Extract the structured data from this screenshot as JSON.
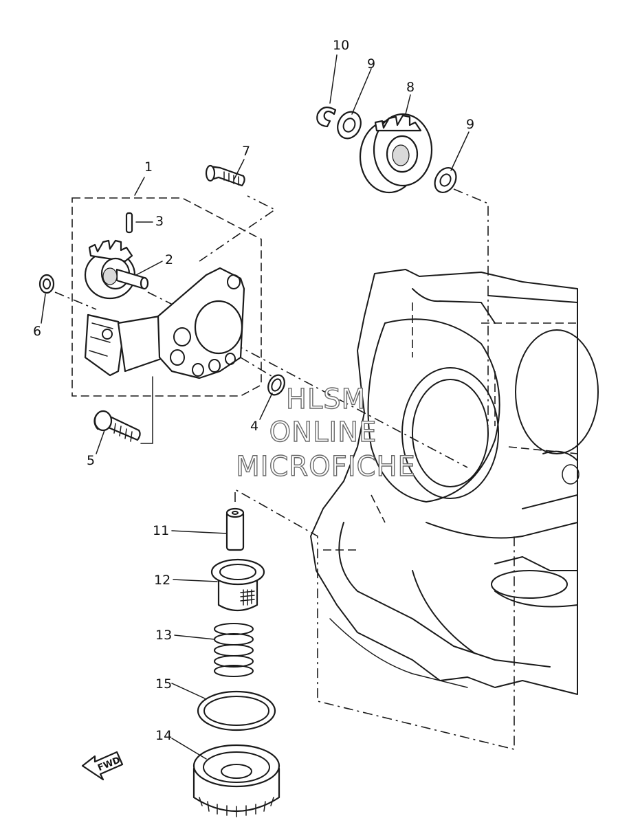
{
  "watermark": {
    "line1": "HLSM",
    "line2": "ONLINE",
    "line3": "MICROFICHE"
  },
  "direction_badge": "FWD",
  "callouts": [
    "1",
    "2",
    "3",
    "4",
    "5",
    "6",
    "7",
    "8",
    "9",
    "9",
    "10",
    "11",
    "12",
    "13",
    "14",
    "15"
  ]
}
